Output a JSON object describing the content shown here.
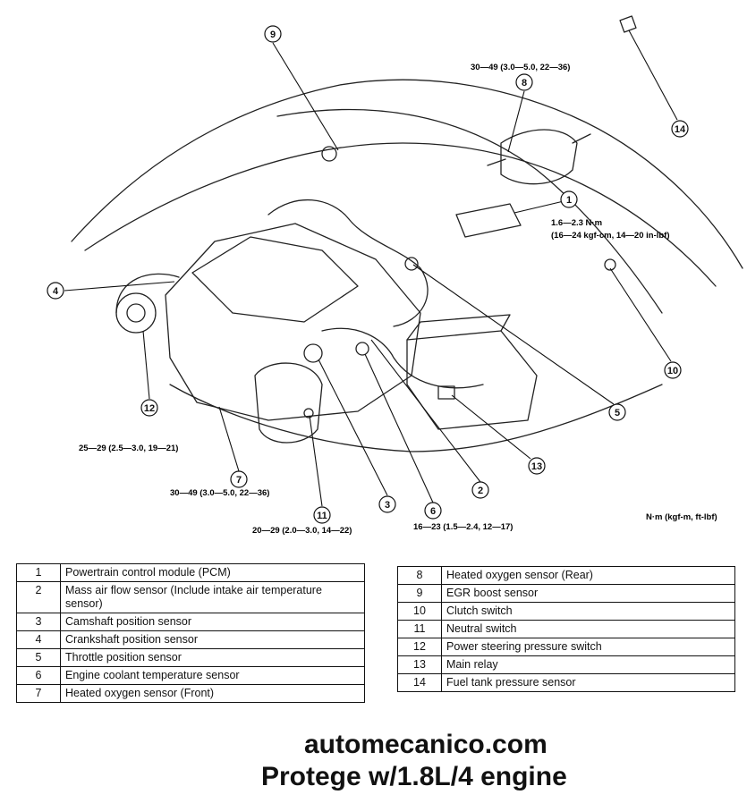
{
  "diagram": {
    "callouts": [
      "1",
      "2",
      "3",
      "4",
      "5",
      "6",
      "7",
      "8",
      "9",
      "10",
      "11",
      "12",
      "13",
      "14"
    ],
    "torque_specs": {
      "sensor_8": "30—49 (3.0—5.0, 22—36)",
      "sensor_1_line1": "1.6—2.3 N·m",
      "sensor_1_line2": "(16—24 kgf-cm, 14—20 in-lbf)",
      "sensor_12": "25—29 (2.5—3.0, 19—21)",
      "sensor_7": "30—49 (3.0—5.0, 22—36)",
      "sensor_11": "20—29 (2.0—3.0, 14—22)",
      "sensor_6": "16—23 (1.5—2.4, 12—17)"
    },
    "units_note": "N·m (kgf-m, ft-lbf)"
  },
  "legend_left": [
    {
      "num": "1",
      "label": "Powertrain control module (PCM)"
    },
    {
      "num": "2",
      "label": "Mass air flow sensor (Include intake air temperature sensor)"
    },
    {
      "num": "3",
      "label": "Camshaft position sensor"
    },
    {
      "num": "4",
      "label": "Crankshaft position sensor"
    },
    {
      "num": "5",
      "label": "Throttle position sensor"
    },
    {
      "num": "6",
      "label": "Engine coolant temperature sensor"
    },
    {
      "num": "7",
      "label": "Heated oxygen sensor (Front)"
    }
  ],
  "legend_right": [
    {
      "num": "8",
      "label": "Heated oxygen sensor (Rear)"
    },
    {
      "num": "9",
      "label": "EGR boost sensor"
    },
    {
      "num": "10",
      "label": "Clutch switch"
    },
    {
      "num": "11",
      "label": "Neutral switch"
    },
    {
      "num": "12",
      "label": "Power steering pressure switch"
    },
    {
      "num": "13",
      "label": "Main relay"
    },
    {
      "num": "14",
      "label": "Fuel tank pressure sensor"
    }
  ],
  "footer": {
    "site": "automecanico.com",
    "model": "Protege w/1.8L/4 engine"
  }
}
